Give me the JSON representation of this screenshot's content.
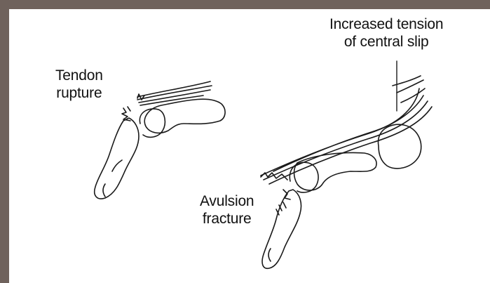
{
  "colors": {
    "frame": "#6f625c",
    "background": "#ffffff",
    "ink": "#1a1a1a"
  },
  "labels": {
    "tendon_rupture": [
      "Tendon",
      "rupture"
    ],
    "central_slip": [
      "Increased tension",
      "of central slip"
    ],
    "avulsion_fracture": [
      "Avulsion",
      "fracture"
    ]
  }
}
